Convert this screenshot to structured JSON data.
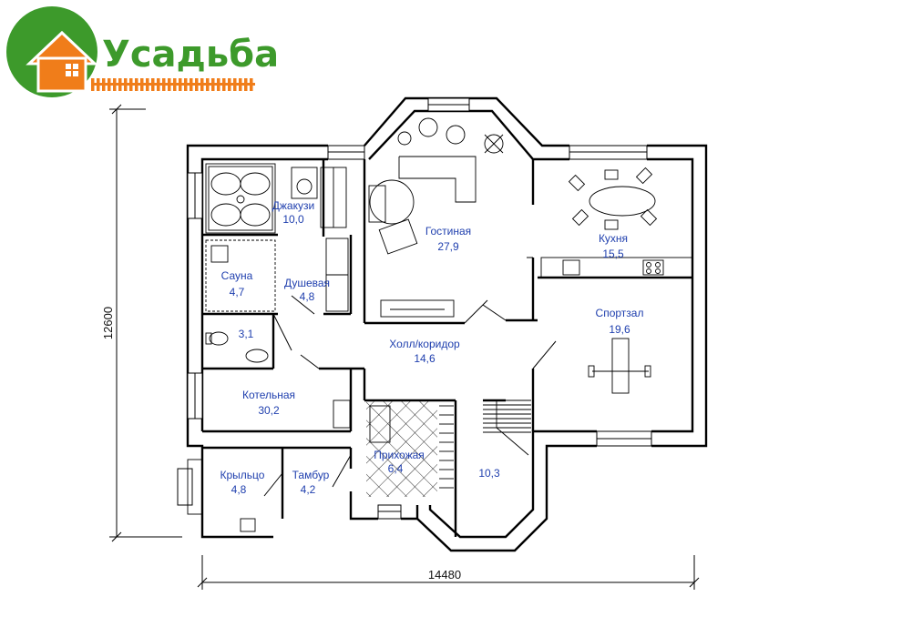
{
  "logo": {
    "text": "Усадьба"
  },
  "dimensions": {
    "total_height": "12600",
    "total_width": "14480"
  },
  "rooms": {
    "jacuzzi": {
      "name": "Джакузи",
      "area": "10,0"
    },
    "sauna": {
      "name": "Сауна",
      "area": "4,7"
    },
    "shower": {
      "name": "Душевая",
      "area": "4,8"
    },
    "wc": {
      "area": "3,1"
    },
    "living": {
      "name": "Гостиная",
      "area": "27,9"
    },
    "kitchen": {
      "name": "Кухня",
      "area": "15,5"
    },
    "gym": {
      "name": "Спортзал",
      "area": "19,6"
    },
    "hall": {
      "name": "Холл/коридор",
      "area": "14,6"
    },
    "boiler": {
      "name": "Котельная",
      "area": "30,2"
    },
    "porch": {
      "name": "Крыльцо",
      "area": "4,8"
    },
    "vestibule": {
      "name": "Тамбур",
      "area": "4,2"
    },
    "entry": {
      "name": "Прихожая",
      "area": "6,4"
    },
    "stair": {
      "area": "10,3"
    }
  },
  "colors": {
    "logo_green": "#3d9a2b",
    "logo_orange": "#f07d1a",
    "label_blue": "#1f3fae"
  }
}
